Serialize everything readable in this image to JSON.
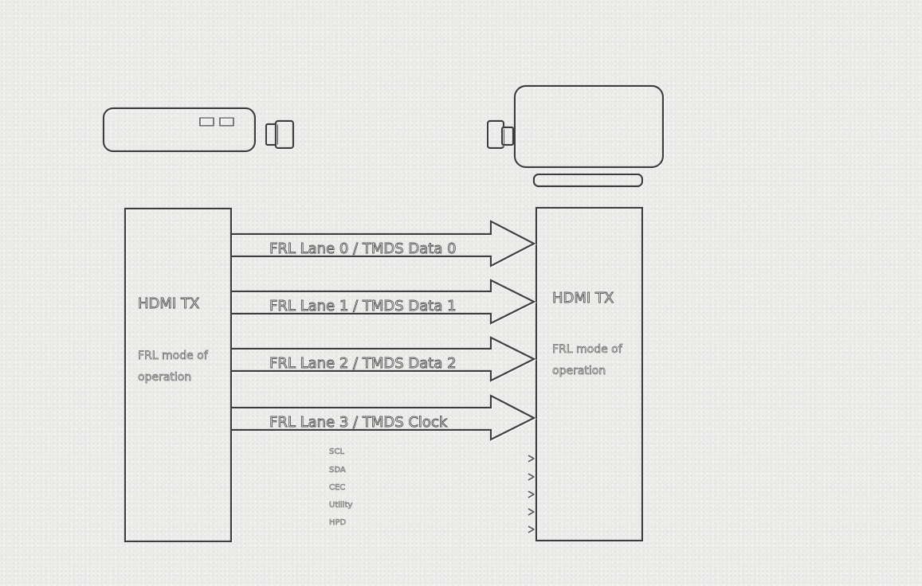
{
  "left_block": {
    "title": "HDMI TX",
    "subtitle_line1": "FRL mode of",
    "subtitle_line2": "operation"
  },
  "right_block": {
    "title": "HDMI TX",
    "subtitle_line1": "FRL mode of",
    "subtitle_line2": "operation"
  },
  "lanes": [
    "FRL Lane 0 / TMDS Data 0",
    "FRL Lane 1 / TMDS Data  1",
    "FRL Lane 2 / TMDS Data  2",
    "FRL Lane 3 / TMDS Clock"
  ],
  "signals": [
    "SCL",
    "SDA",
    "CEC",
    "Utility",
    "HPD"
  ]
}
